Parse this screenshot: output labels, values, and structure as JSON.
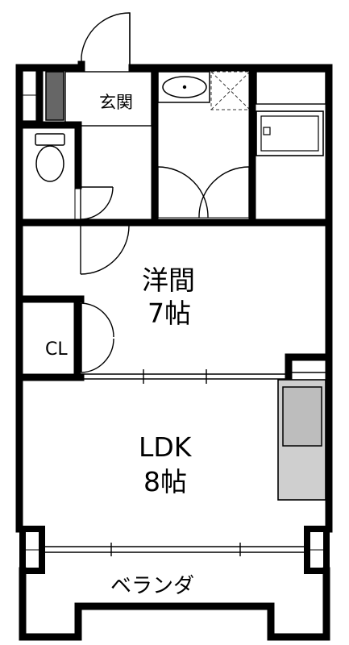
{
  "rooms": {
    "entrance": "玄関",
    "western_room_name": "洋間",
    "western_room_size": "7帖",
    "closet": "CL",
    "ldk_name": "LDK",
    "ldk_size": "8帖",
    "veranda": "ベランダ"
  },
  "colors": {
    "wall": "#000000",
    "shoe_cabinet": "#666666",
    "kitchen_counter": "#cfcfcf",
    "background": "#ffffff"
  }
}
